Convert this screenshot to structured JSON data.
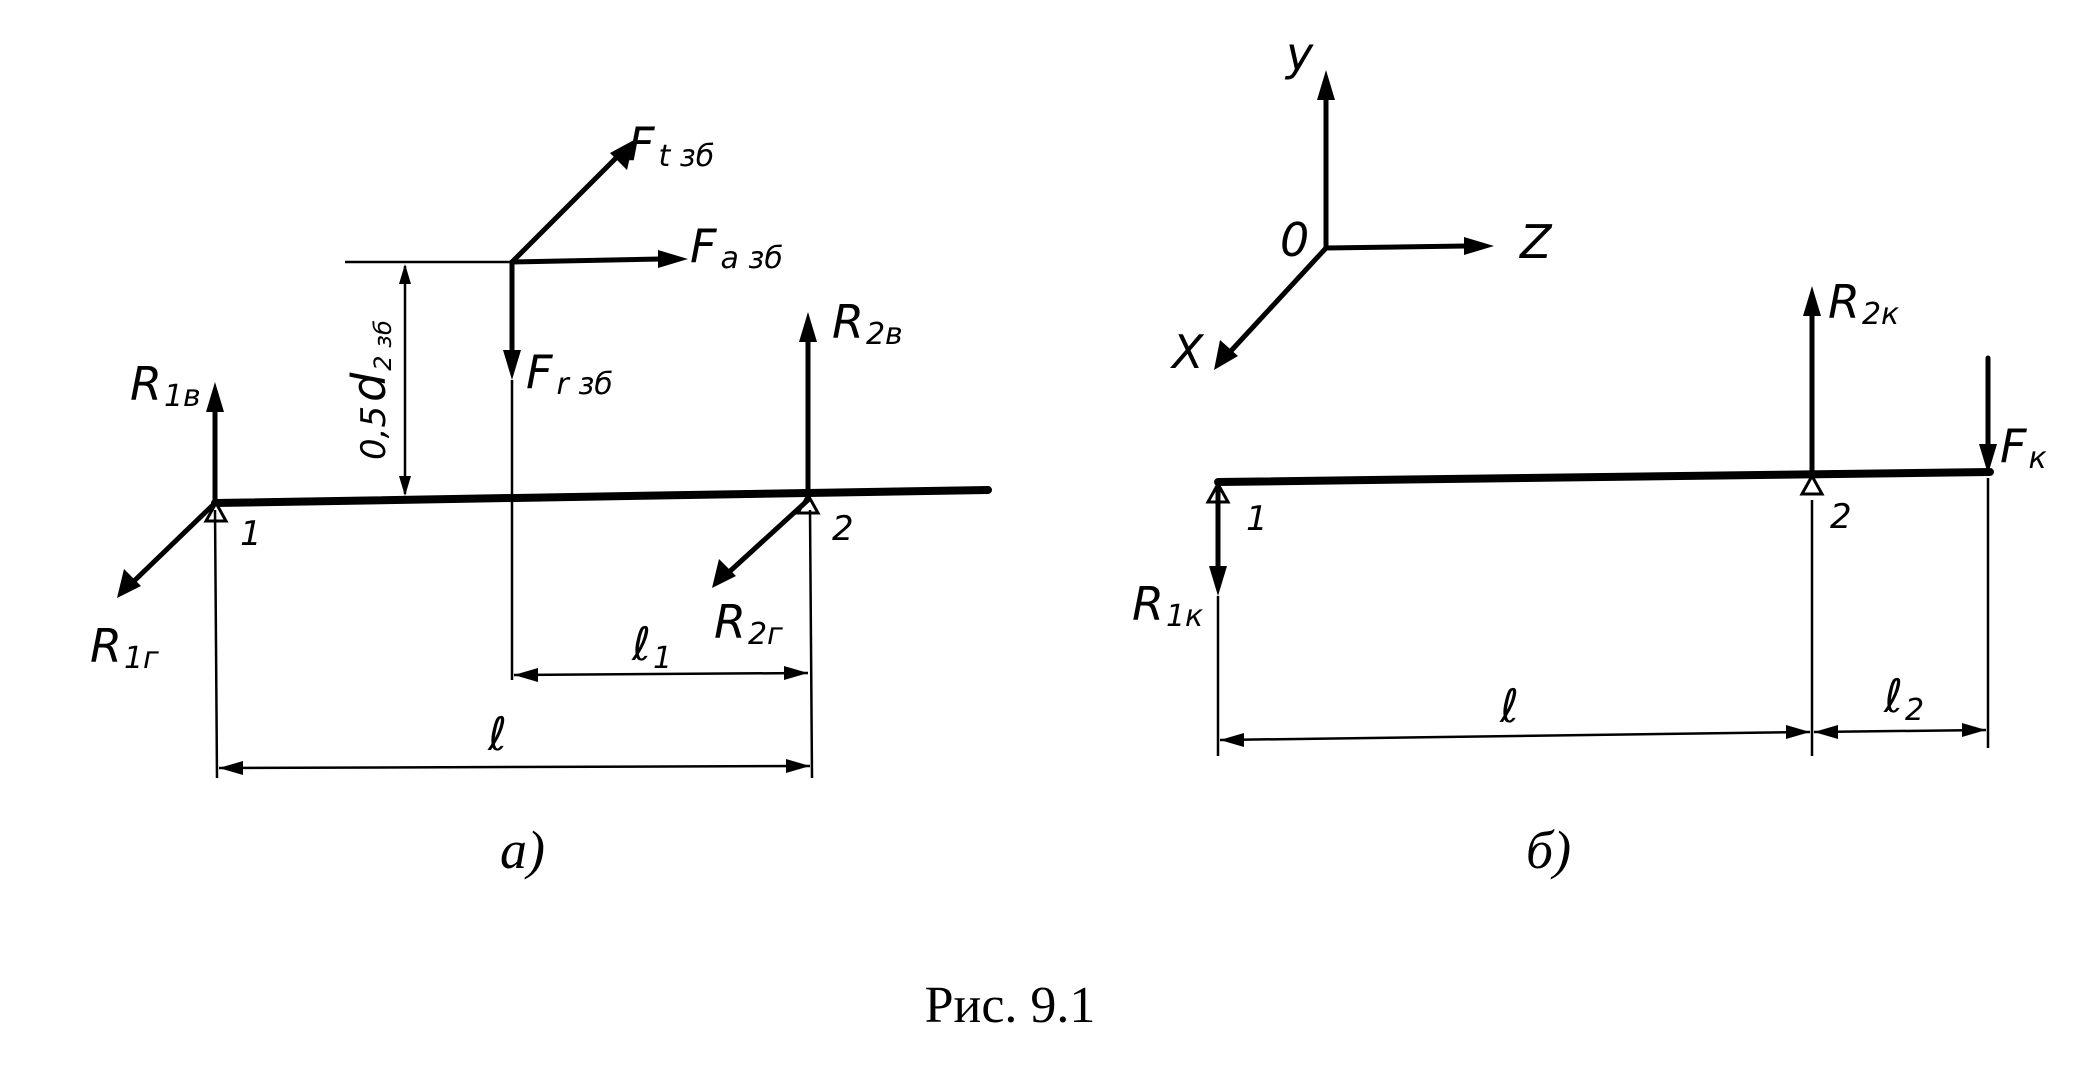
{
  "diagram_a": {
    "label": "а)",
    "forces": {
      "Ft": {
        "main": "F",
        "sub": "t зб"
      },
      "Fa": {
        "main": "F",
        "sub": "a зб"
      },
      "Fr": {
        "main": "F",
        "sub": "r зб"
      },
      "R1v": {
        "main": "R",
        "sub": "1в"
      },
      "R1g": {
        "main": "R",
        "sub": "1г"
      },
      "R2v": {
        "main": "R",
        "sub": "2в"
      },
      "R2g": {
        "main": "R",
        "sub": "2г"
      }
    },
    "radius_dim": {
      "main": "0,5",
      "sym": "d",
      "sub": "2 зб"
    },
    "support_labels": [
      "1",
      "2"
    ],
    "dims": {
      "l1": {
        "main": "ℓ",
        "sub": "1"
      },
      "l": {
        "main": "ℓ"
      }
    }
  },
  "diagram_b": {
    "label": "б)",
    "axes": {
      "y": "y",
      "z": "Z",
      "x": "X",
      "origin": "0"
    },
    "forces": {
      "R2k": {
        "main": "R",
        "sub": "2к"
      },
      "R1k": {
        "main": "R",
        "sub": "1к"
      },
      "Fk": {
        "main": "F",
        "sub": "к"
      }
    },
    "support_labels": [
      "1",
      "2"
    ],
    "dims": {
      "l": {
        "main": "ℓ"
      },
      "l2": {
        "main": "ℓ",
        "sub": "2"
      }
    }
  },
  "caption": "Рис. 9.1"
}
